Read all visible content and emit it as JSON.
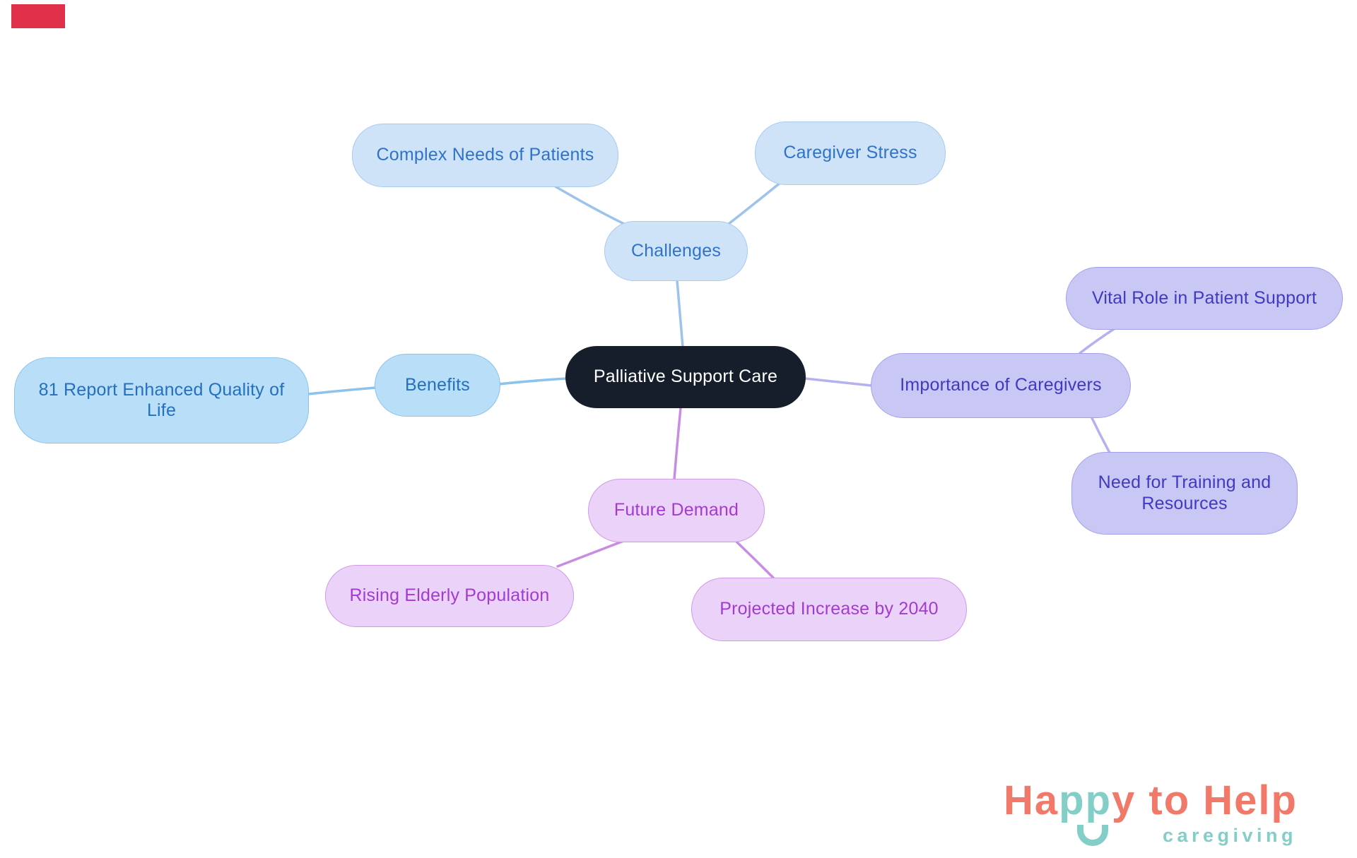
{
  "nodes": {
    "central": {
      "label": "Palliative Support Care"
    },
    "challenges": {
      "label": "Challenges"
    },
    "complex": {
      "label": "Complex Needs of Patients"
    },
    "caregiver_stress": {
      "label": "Caregiver Stress"
    },
    "benefits": {
      "label": "Benefits"
    },
    "report": {
      "label": "81 Report Enhanced Quality of Life"
    },
    "importance": {
      "label": "Importance of Caregivers"
    },
    "vital": {
      "label": "Vital Role in Patient Support"
    },
    "training": {
      "label": "Need for Training and Resources"
    },
    "future": {
      "label": "Future Demand"
    },
    "rising": {
      "label": "Rising Elderly Population"
    },
    "projected": {
      "label": "Projected Increase by 2040"
    }
  },
  "structure": {
    "root": "central",
    "edges": [
      [
        "challenges",
        "complex"
      ],
      [
        "challenges",
        "caregiver_stress"
      ],
      [
        "central",
        "challenges"
      ],
      [
        "benefits",
        "report"
      ],
      [
        "central",
        "benefits"
      ],
      [
        "central",
        "importance"
      ],
      [
        "importance",
        "vital"
      ],
      [
        "importance",
        "training"
      ],
      [
        "central",
        "future"
      ],
      [
        "future",
        "rising"
      ],
      [
        "future",
        "projected"
      ]
    ]
  },
  "palette": {
    "centralFill": "#171e2b",
    "centralText": "#ffffff",
    "paleBlueFill": "#cfe3f8",
    "paleBlueBorder": "#a9c9ef",
    "paleBlueText": "#2f73c8",
    "skyBlueFill": "#b9def7",
    "skyBlueBorder": "#8cc3ec",
    "skyBlueText": "#2470bf",
    "periwinkleFill": "#c9c7f4",
    "periwinkleBorder": "#a5a2ea",
    "periwinkleText": "#4339c0",
    "orchidFill": "#ebd2f8",
    "orchidBorder": "#d29ae6",
    "orchidText": "#a33bd1",
    "edgeBlue": "#9cc3eb",
    "edgeSky": "#8cc3ec",
    "edgePeriwinkle": "#b4b1f0",
    "edgeOrchid": "#c98ce4",
    "logoCoral": "#f0796a",
    "logoTeal": "#84cec8",
    "markerRed": "#e1304a"
  },
  "logo": {
    "part_ha": "Ha",
    "part_pp": "pp",
    "part_y_to_help": "y to Help",
    "tagline": "caregiving"
  }
}
